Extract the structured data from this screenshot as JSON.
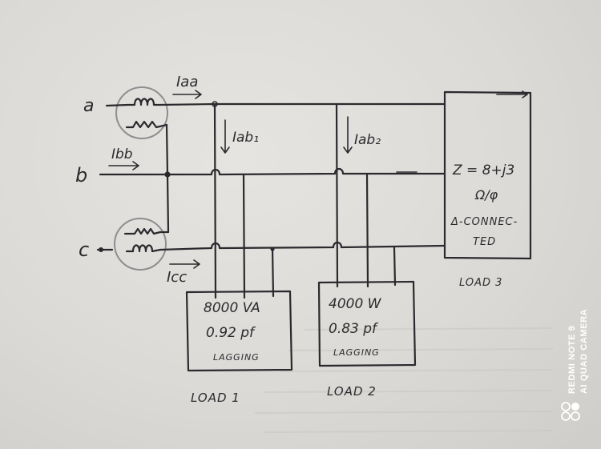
{
  "diagram": {
    "phases": {
      "a": "a",
      "b": "b",
      "c": "c"
    },
    "currents": {
      "iaa": "Iaa",
      "ibb": "Ibb",
      "icc": "Icc",
      "iab1": "Iab₁",
      "iab2": "Iab₂"
    },
    "load1": {
      "line1": "8000 VA",
      "line2": "0.92 pf",
      "line3": "LAGGING",
      "label": "LOAD 1"
    },
    "load2": {
      "line1": "4000 W",
      "line2": "0.83 pf",
      "line3": "LAGGING",
      "label": "LOAD 2"
    },
    "load3": {
      "line1": "Z = 8+j3",
      "line2": "Ω/φ",
      "line3": "Δ-CONNEC-",
      "line4": "TED",
      "label": "LOAD 3"
    }
  },
  "watermark": {
    "line1": "REDMI NOTE 9",
    "line2": "AI QUAD CAMERA"
  },
  "colors": {
    "paper": "#dcdad6",
    "ink": "#2a2a2e",
    "circle": "#8e8e92",
    "watermark": "#ffffff"
  }
}
